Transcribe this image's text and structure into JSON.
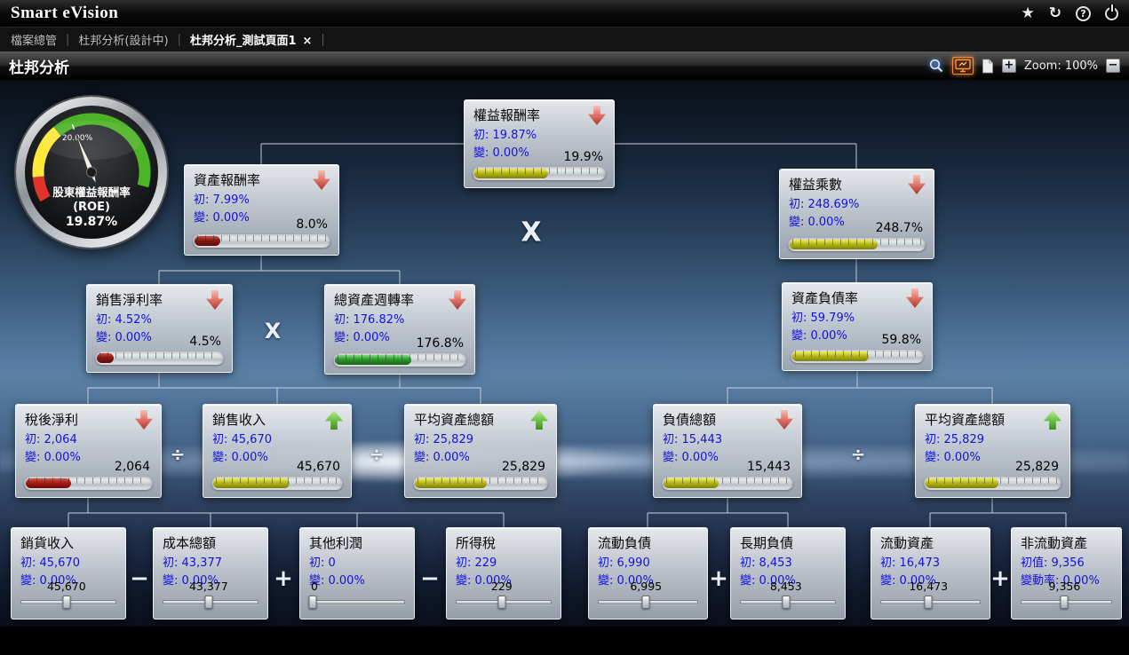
{
  "header": {
    "app_title": "Smart eVision",
    "icons": {
      "star": "★",
      "refresh": "↻",
      "help": "?"
    }
  },
  "tab_bar": {
    "separator": "|",
    "close_glyph": "×",
    "tabs": [
      {
        "label": "檔案總管",
        "active": false
      },
      {
        "label": "杜邦分析(設計中)",
        "active": false
      },
      {
        "label": "杜邦分析_測試頁面1",
        "active": true,
        "closable": true
      }
    ]
  },
  "toolbar": {
    "page_title": "杜邦分析",
    "zoom_in": "+",
    "zoom_label": "Zoom: 100%",
    "zoom_out": "−"
  },
  "gauge": {
    "tick_label": "20.00%",
    "title": "股東權益報酬率",
    "subtitle": "(ROE)",
    "value": "19.87%"
  },
  "nodes": [
    {
      "id": "roe",
      "title": "權益報酬率",
      "trend": "down",
      "init": "初: 19.87%",
      "change": "變: 0.00%",
      "value": "19.9%",
      "type": "meter",
      "bar": {
        "color": "olive",
        "fill": 55
      }
    },
    {
      "id": "roa",
      "title": "資產報酬率",
      "trend": "down",
      "init": "初: 7.99%",
      "change": "變: 0.00%",
      "value": "8.0%",
      "type": "meter",
      "bar": {
        "color": "darkred",
        "fill": 19
      }
    },
    {
      "id": "em",
      "title": "權益乘數",
      "trend": "down",
      "init": "初: 248.69%",
      "change": "變: 0.00%",
      "value": "248.7%",
      "type": "meter",
      "bar": {
        "color": "olive",
        "fill": 64
      }
    },
    {
      "id": "npm",
      "title": "銷售淨利率",
      "trend": "down",
      "init": "初: 4.52%",
      "change": "變: 0.00%",
      "value": "4.5%",
      "type": "meter",
      "bar": {
        "color": "darkred",
        "fill": 13
      }
    },
    {
      "id": "tat",
      "title": "總資產週轉率",
      "trend": "down",
      "init": "初: 176.82%",
      "change": "變: 0.00%",
      "value": "176.8%",
      "type": "meter",
      "bar": {
        "color": "green",
        "fill": 57
      }
    },
    {
      "id": "dar",
      "title": "資產負債率",
      "trend": "down",
      "init": "初: 59.79%",
      "change": "變: 0.00%",
      "value": "59.8%",
      "type": "meter",
      "bar": {
        "color": "olive",
        "fill": 57
      }
    },
    {
      "id": "ni",
      "title": "稅後淨利",
      "trend": "down",
      "init": "初: 2,064",
      "change": "變: 0.00%",
      "value": "2,064",
      "type": "meter",
      "bar": {
        "color": "red",
        "fill": 35
      }
    },
    {
      "id": "rev",
      "title": "銷售收入",
      "trend": "up",
      "init": "初: 45,670",
      "change": "變: 0.00%",
      "value": "45,670",
      "type": "meter",
      "bar": {
        "color": "olive",
        "fill": 58
      }
    },
    {
      "id": "avg1",
      "title": "平均資產總額",
      "trend": "up",
      "init": "初: 25,829",
      "change": "變: 0.00%",
      "value": "25,829",
      "type": "meter",
      "bar": {
        "color": "olive",
        "fill": 53
      }
    },
    {
      "id": "debt",
      "title": "負債總額",
      "trend": "down",
      "init": "初: 15,443",
      "change": "變: 0.00%",
      "value": "15,443",
      "type": "meter",
      "bar": {
        "color": "olive",
        "fill": 42
      }
    },
    {
      "id": "avg2",
      "title": "平均資產總額",
      "trend": "up",
      "init": "初: 25,829",
      "change": "變: 0.00%",
      "value": "25,829",
      "type": "meter",
      "bar": {
        "color": "olive",
        "fill": 53
      }
    },
    {
      "id": "sales2",
      "title": "銷貨收入",
      "init": "初: 45,670",
      "change": "變: 0.00%",
      "value": "45,670",
      "type": "slider",
      "slider": {
        "thumb_pct": 48
      }
    },
    {
      "id": "cost",
      "title": "成本總額",
      "init": "初: 43,377",
      "change": "變: 0.00%",
      "value": "43,377",
      "type": "slider",
      "slider": {
        "thumb_pct": 48
      }
    },
    {
      "id": "other",
      "title": "其他利潤",
      "init": "初: 0",
      "change": "變: 0.00%",
      "value": "0",
      "type": "slider",
      "slider": {
        "thumb_pct": 4,
        "value_align": "left"
      }
    },
    {
      "id": "tax",
      "title": "所得稅",
      "init": "初: 229",
      "change": "變: 0.00%",
      "value": "229",
      "type": "slider",
      "slider": {
        "thumb_pct": 48
      }
    },
    {
      "id": "cl",
      "title": "流動負債",
      "init": "初: 6,990",
      "change": "變: 0.00%",
      "value": "6,995",
      "type": "slider",
      "slider": {
        "thumb_pct": 48
      }
    },
    {
      "id": "ltl",
      "title": "長期負債",
      "init": "初: 8,453",
      "change": "變: 0.00%",
      "value": "8,453",
      "type": "slider",
      "slider": {
        "thumb_pct": 48
      }
    },
    {
      "id": "ca",
      "title": "流動資產",
      "init": "初: 16,473",
      "change": "變: 0.00%",
      "value": "16,473",
      "type": "slider",
      "slider": {
        "thumb_pct": 48
      }
    },
    {
      "id": "nca",
      "title": "非流動資產",
      "init": "初值: 9,356",
      "change": "變動率: 0.00%",
      "value": "9,356",
      "type": "slider",
      "slider": {
        "thumb_pct": 48
      }
    }
  ],
  "operators": [
    {
      "symbol": "X"
    },
    {
      "symbol": "X"
    },
    {
      "symbol": "÷"
    },
    {
      "symbol": "÷"
    },
    {
      "symbol": "÷"
    },
    {
      "symbol": "−"
    },
    {
      "symbol": "+"
    },
    {
      "symbol": "−"
    },
    {
      "symbol": "+"
    },
    {
      "symbol": "+"
    }
  ],
  "colors": {
    "link_blue": "#1212dd",
    "bar_olive": "#b8b818",
    "bar_darkred": "#8a1812",
    "bar_red": "#a81a12",
    "bar_green": "#2f9b2f",
    "trend_down": "#e4776c",
    "trend_up": "#74c94e"
  }
}
